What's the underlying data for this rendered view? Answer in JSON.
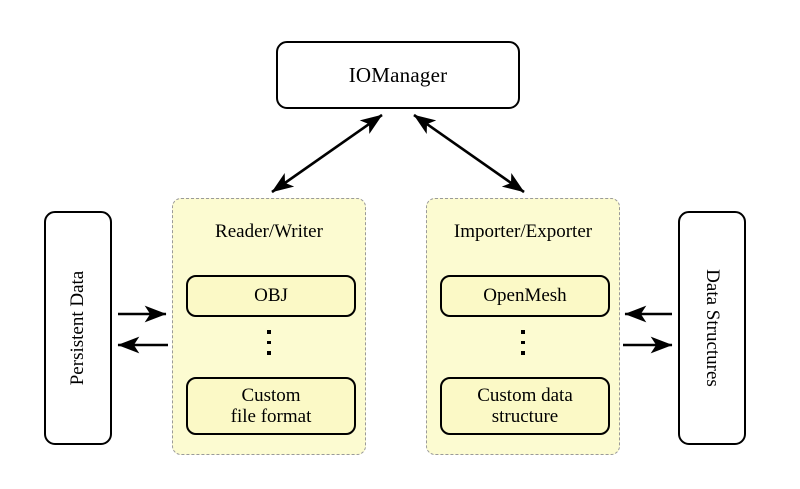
{
  "diagram": {
    "title_node": {
      "label": "IOManager",
      "name": "io-manager"
    },
    "groups": [
      {
        "id": "reader-writer",
        "title": "Reader/Writer",
        "plugins": [
          {
            "id": "obj",
            "label": "OBJ"
          },
          {
            "id": "custom-file-format",
            "line1": "Custom",
            "line2": "file format"
          }
        ],
        "ellipsis": "vertical-dots"
      },
      {
        "id": "importer-exporter",
        "title": "Importer/Exporter",
        "plugins": [
          {
            "id": "openmesh",
            "label": "OpenMesh"
          },
          {
            "id": "custom-data-structure",
            "line1": "Custom data",
            "line2": "structure"
          }
        ],
        "ellipsis": "vertical-dots"
      }
    ],
    "side_nodes": [
      {
        "id": "persistent-data",
        "label": "Persistent Data",
        "orientation": "rotated-ccw"
      },
      {
        "id": "data-structures",
        "label": "Data Structures",
        "orientation": "rotated-cw"
      }
    ],
    "connections": [
      {
        "id": "iomanager-readerwriter",
        "from": "IOManager",
        "to": "Reader/Writer",
        "style": "double-headed-arrow"
      },
      {
        "id": "iomanager-importerexporter",
        "from": "IOManager",
        "to": "Importer/Exporter",
        "style": "double-headed-arrow"
      },
      {
        "id": "persistentdata-to-readerwriter",
        "from": "Persistent Data",
        "to": "Reader/Writer",
        "style": "arrow-right"
      },
      {
        "id": "readerwriter-to-persistentdata",
        "from": "Reader/Writer",
        "to": "Persistent Data",
        "style": "arrow-left"
      },
      {
        "id": "datastructures-to-importerexporter",
        "from": "Data Structures",
        "to": "Importer/Exporter",
        "style": "arrow-left"
      },
      {
        "id": "importerexporter-to-datastructures",
        "from": "Importer/Exporter",
        "to": "Data Structures",
        "style": "arrow-right"
      }
    ],
    "colors": {
      "group_fill": "#fcfbd1",
      "group_border": "#9a9a9a",
      "plugin_fill": "#fbf9c6",
      "stroke": "#000000",
      "background": "#ffffff"
    }
  }
}
